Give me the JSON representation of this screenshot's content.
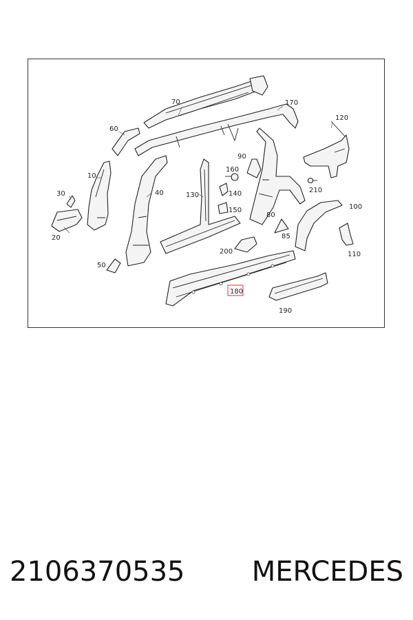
{
  "diagram": {
    "callouts": [
      {
        "id": "70",
        "text": "70"
      },
      {
        "id": "170",
        "text": "170"
      },
      {
        "id": "60",
        "text": "60"
      },
      {
        "id": "120",
        "text": "120"
      },
      {
        "id": "90",
        "text": "90"
      },
      {
        "id": "160",
        "text": "160"
      },
      {
        "id": "10",
        "text": "10"
      },
      {
        "id": "40",
        "text": "40"
      },
      {
        "id": "130",
        "text": "130"
      },
      {
        "id": "210",
        "text": "210"
      },
      {
        "id": "30",
        "text": "30"
      },
      {
        "id": "140",
        "text": "140"
      },
      {
        "id": "150",
        "text": "150"
      },
      {
        "id": "100",
        "text": "100"
      },
      {
        "id": "80",
        "text": "80"
      },
      {
        "id": "20",
        "text": "20"
      },
      {
        "id": "85",
        "text": "85"
      },
      {
        "id": "200",
        "text": "200"
      },
      {
        "id": "110",
        "text": "110"
      },
      {
        "id": "50",
        "text": "50"
      },
      {
        "id": "180",
        "text": "180"
      },
      {
        "id": "190",
        "text": "190"
      }
    ],
    "highlight_color": "#e23030"
  },
  "footer": {
    "part_number": "2106370535",
    "brand": "MERCEDES"
  }
}
